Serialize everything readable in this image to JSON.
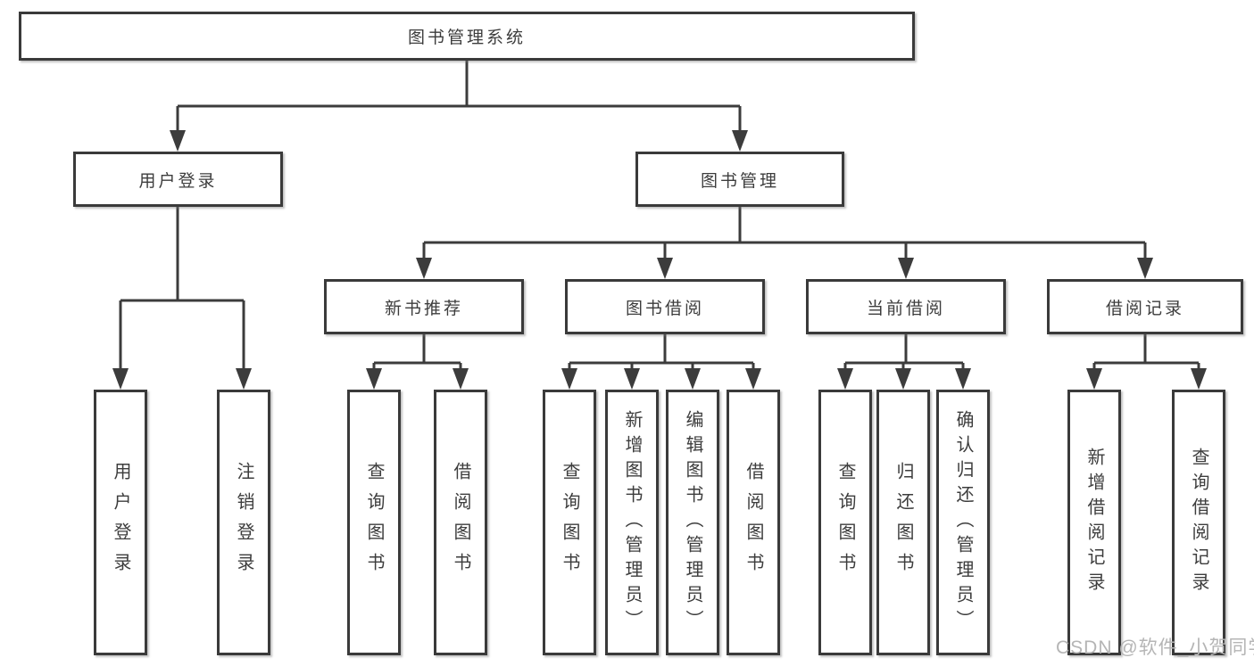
{
  "diagram": {
    "type": "hierarchy-tree",
    "title": "图书管理系统",
    "tree": {
      "label": "图书管理系统",
      "children": [
        {
          "label": "用户登录",
          "children": [
            {
              "label": "用户登录"
            },
            {
              "label": "注销登录"
            }
          ]
        },
        {
          "label": "图书管理",
          "children": [
            {
              "label": "新书推荐",
              "children": [
                {
                  "label": "查询图书"
                },
                {
                  "label": "借阅图书"
                }
              ]
            },
            {
              "label": "图书借阅",
              "children": [
                {
                  "label": "查询图书"
                },
                {
                  "label": "新增图书（管理员）"
                },
                {
                  "label": "编辑图书（管理员）"
                },
                {
                  "label": "借阅图书"
                }
              ]
            },
            {
              "label": "当前借阅",
              "children": [
                {
                  "label": "查询图书"
                },
                {
                  "label": "归还图书"
                },
                {
                  "label": "确认归还（管理员）"
                }
              ]
            },
            {
              "label": "借阅记录",
              "children": [
                {
                  "label": "新增借阅记录"
                },
                {
                  "label": "查询借阅记录"
                }
              ]
            }
          ]
        }
      ]
    },
    "watermark": {
      "text": "CSDN @软件_小贺同学"
    },
    "colors": {
      "line": "#3c3c3c",
      "box_border": "#3a3a3a",
      "text": "#3d3d3d",
      "background": "#ffffff",
      "watermark": "#b5b5b5"
    }
  }
}
